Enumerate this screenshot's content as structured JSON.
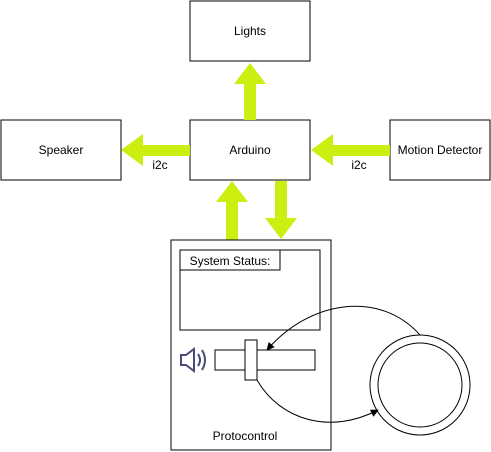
{
  "nodes": {
    "lights": "Lights",
    "arduino": "Arduino",
    "speaker": "Speaker",
    "motion_detector": "Motion Detector",
    "protocontrol": "Protocontrol"
  },
  "edge_labels": {
    "arduino_to_speaker": "i2c",
    "motion_to_arduino": "i2c"
  },
  "panel": {
    "status_label": "System Status:"
  },
  "colors": {
    "arrow": "#ccee11",
    "stroke": "#000000",
    "control_outline": "#4a4a7a"
  },
  "icons": {
    "volume": "speaker-volume-icon",
    "knob": "rotary-knob-icon"
  }
}
